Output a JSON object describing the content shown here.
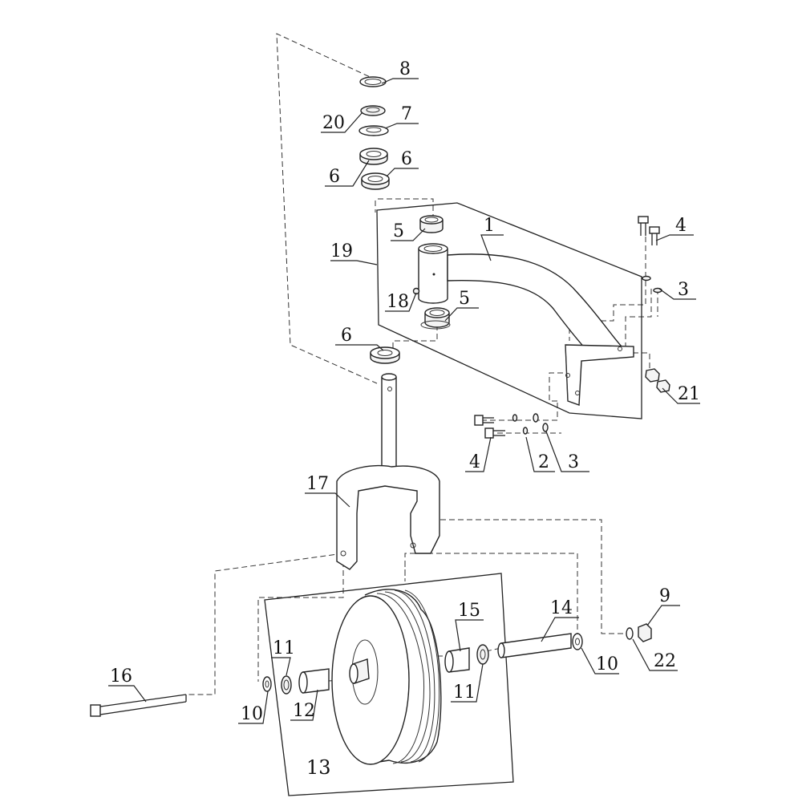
{
  "diagram": {
    "callouts": [
      {
        "id": "c8",
        "text": "8"
      },
      {
        "id": "c20",
        "text": "20"
      },
      {
        "id": "c7",
        "text": "7"
      },
      {
        "id": "c6a",
        "text": "6"
      },
      {
        "id": "c6b",
        "text": "6"
      },
      {
        "id": "c5a",
        "text": "5"
      },
      {
        "id": "c1",
        "text": "1"
      },
      {
        "id": "c19",
        "text": "19"
      },
      {
        "id": "c18",
        "text": "18"
      },
      {
        "id": "c5b",
        "text": "5"
      },
      {
        "id": "c4a",
        "text": "4"
      },
      {
        "id": "c3a",
        "text": "3"
      },
      {
        "id": "c6c",
        "text": "6"
      },
      {
        "id": "c21",
        "text": "21"
      },
      {
        "id": "c4b",
        "text": "4"
      },
      {
        "id": "c2",
        "text": "2"
      },
      {
        "id": "c3b",
        "text": "3"
      },
      {
        "id": "c17",
        "text": "17"
      },
      {
        "id": "c9",
        "text": "9"
      },
      {
        "id": "c15",
        "text": "15"
      },
      {
        "id": "c14",
        "text": "14"
      },
      {
        "id": "c11a",
        "text": "11"
      },
      {
        "id": "c16",
        "text": "16"
      },
      {
        "id": "c10a",
        "text": "10"
      },
      {
        "id": "c12",
        "text": "12"
      },
      {
        "id": "c11b",
        "text": "11"
      },
      {
        "id": "c10b",
        "text": "10"
      },
      {
        "id": "c22",
        "text": "22"
      },
      {
        "id": "c13",
        "text": "13"
      }
    ]
  }
}
